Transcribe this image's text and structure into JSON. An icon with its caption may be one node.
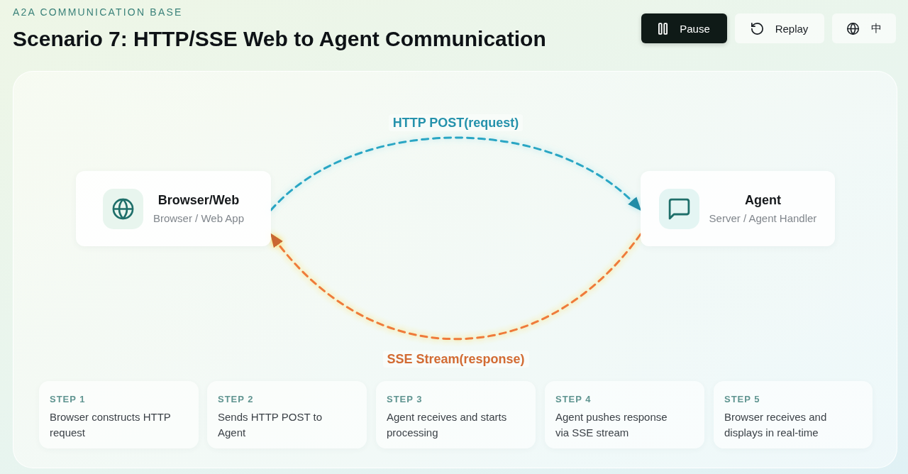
{
  "diagram": {
    "title": "Scenario 7: HTTP/SSE Web to Agent Communication",
    "nodes": [
      {
        "text": [
          "Browser/Web",
          "Browser / Web App"
        ]
      },
      {
        "text": [
          "Agent",
          "Server / Agent Handler"
        ]
      },
      {
        "text": [
          "STEP 1",
          "Browser constructs HTTP request"
        ]
      },
      {
        "text": [
          "STEP 2",
          "Sends HTTP POST to Agent"
        ]
      },
      {
        "text": [
          "STEP 3",
          "Agent receives and starts processing"
        ]
      },
      {
        "text": [
          "STEP 4",
          "Agent pushes response via SSE stream"
        ]
      },
      {
        "text": [
          "STEP 5",
          "Browser receives and displays in real-time"
        ]
      }
    ],
    "edges": [
      {
        "from": 0,
        "to": 1,
        "arrow": "to",
        "label": "HTTP POST(request)",
        "style": "dashed",
        "color": "#2aa6c4"
      },
      {
        "from": 1,
        "to": 0,
        "arrow": "to",
        "label": "SSE Stream(response)",
        "style": "dashed",
        "color": "#ef7a3a"
      }
    ],
    "labels": [
      "A2A COMMUNICATION BASE",
      "Pause",
      "Replay",
      "中"
    ]
  }
}
